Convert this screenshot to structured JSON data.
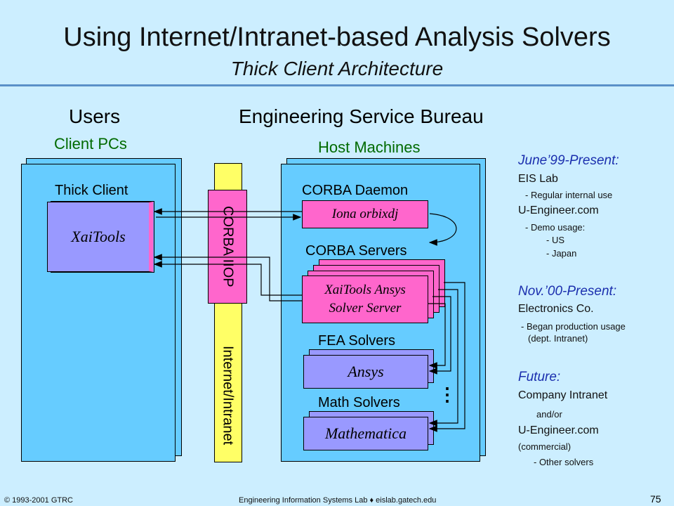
{
  "title": "Using Internet/Intranet-based Analysis Solvers",
  "subtitle": "Thick Client Architecture",
  "users_heading": "Users",
  "bureau_heading": "Engineering Service Bureau",
  "client_pcs": "Client PCs",
  "host_machines": "Host Machines",
  "thick_client": "Thick Client",
  "xaitools": "XaiTools",
  "corba_iiop": "CORBA IIOP",
  "internet_intranet": "Internet/Intranet",
  "corba_daemon": "CORBA Daemon",
  "iona": "Iona orbixdj",
  "corba_servers": "CORBA Servers",
  "solver_server_line1": "XaiTools Ansys",
  "solver_server_line2": "Solver Server",
  "fea_solvers": "FEA Solvers",
  "ansys": "Ansys",
  "math_solvers": "Math Solvers",
  "mathematica": "Mathematica",
  "ellipsis": "⋮",
  "side": {
    "june_head": "June’99-Present:",
    "eis_lab": "EIS Lab",
    "eis_sub": "- Regular internal use",
    "ueng1": "U-Engineer.com",
    "demo": "- Demo usage:",
    "us": "- US",
    "japan": "- Japan",
    "nov_head": "Nov.’00-Present:",
    "electronics": "Electronics Co.",
    "began": "- Began production usage",
    "dept": "(dept. Intranet)",
    "future_head": "Future:",
    "company": "Company Intranet",
    "andor": "and/or",
    "ueng2": "U-Engineer.com",
    "commercial": "(commercial)",
    "other": "- Other solvers"
  },
  "footer": {
    "copyright": "© 1993-2001  GTRC",
    "lab": "Engineering Information Systems Lab ♦ eislab.gatech.edu",
    "page": "75"
  },
  "colors": {
    "background": "#cceeff",
    "panel": "#66ccff",
    "pink": "#ff66cc",
    "purple": "#9999ff",
    "yellow": "#ffff66",
    "green_text": "#006a00",
    "blue_text": "#1b2fae"
  }
}
